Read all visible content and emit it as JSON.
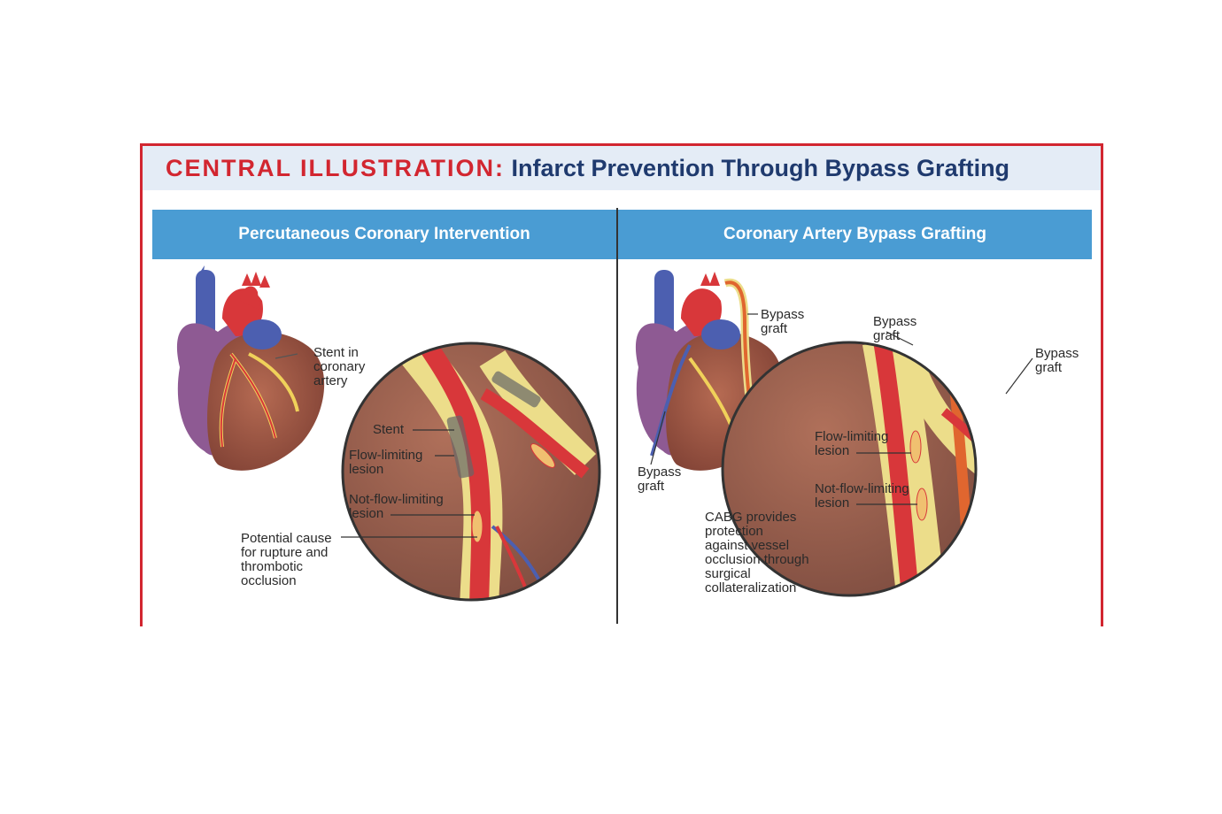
{
  "title": {
    "lead": "CENTRAL ILLUSTRATION:",
    "rest": "Infarct Prevention Through Bypass Grafting"
  },
  "panels": {
    "left": {
      "heading": "Percutaneous Coronary Intervention",
      "labels": {
        "stent_in_artery": "Stent in\ncoronary\nartery",
        "stent": "Stent",
        "flow_limiting": "Flow-limiting\nlesion",
        "not_flow_limiting": "Not-flow-limiting\nlesion",
        "potential_cause": "Potential cause\nfor rupture and\nthrombotic\nocclusion"
      }
    },
    "right": {
      "heading": "Coronary Artery Bypass Grafting",
      "labels": {
        "bypass_graft_top": "Bypass\ngraft",
        "bypass_graft_left": "Bypass\ngraft",
        "bypass_graft_circle_top": "Bypass\ngraft",
        "bypass_graft_circle_right": "Bypass\ngraft",
        "flow_limiting": "Flow-limiting\nlesion",
        "not_flow_limiting": "Not-flow-limiting\nlesion",
        "cabg_note": "CABG provides\nprotection\nagainst vessel\nocclusion through\nsurgical\ncollateralization"
      }
    }
  },
  "colors": {
    "accent_red": "#d22630",
    "title_blue": "#1f3a6e",
    "header_blue": "#4a9cd3",
    "title_bg": "#e4ecf6"
  }
}
